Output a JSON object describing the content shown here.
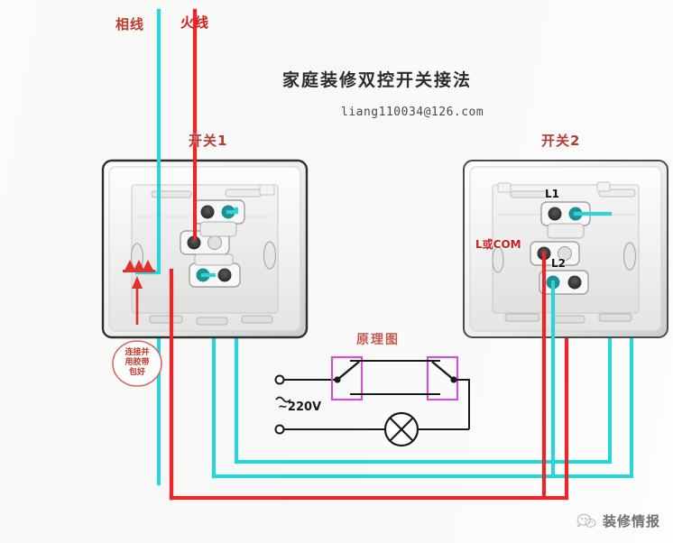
{
  "page": {
    "title": "家庭装修双控开关接法",
    "email": "liang110034@126.com",
    "watermark": "装修情报",
    "watermark_icon": "wechat-icon"
  },
  "wire_labels": {
    "neutral": "相线",
    "live": "火线"
  },
  "switches": [
    {
      "id": "switch-1",
      "label": "开关1",
      "terminals": []
    },
    {
      "id": "switch-2",
      "label": "开关2",
      "terminals": [
        {
          "name": "L1",
          "text": "L1"
        },
        {
          "name": "L2",
          "text": "L2"
        },
        {
          "name": "common",
          "text": "L或COM"
        }
      ]
    }
  ],
  "annotation": {
    "name": "splice-callout",
    "line1": "连接并",
    "line2": "用胶带",
    "line3": "包好"
  },
  "schematic": {
    "title": "原理图",
    "supply_label": "~220V",
    "switch_count": 2,
    "lamp": "lamp-symbol"
  },
  "colors": {
    "live_wire": "#e8272b",
    "neutral_wire": "#2ed3d8",
    "schematic_box": "#cc55cc",
    "schematic_line": "#1a1a1a",
    "label_red": "#c0392b"
  }
}
